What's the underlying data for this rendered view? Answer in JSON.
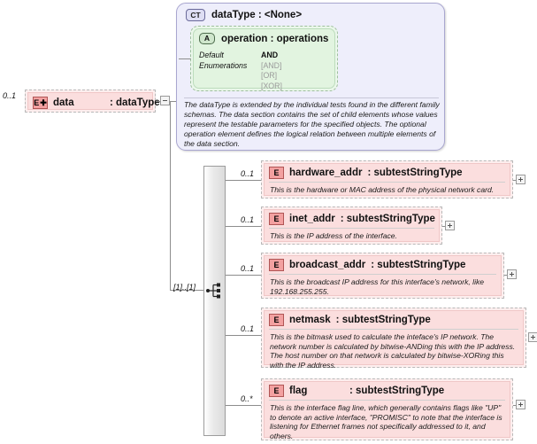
{
  "diagram": {
    "title": "data element of dataType",
    "root": {
      "name": "data",
      "type": ": dataType",
      "cardinality": "0..1",
      "badge": "E",
      "badge_modifier": "+",
      "collapse_control": "minus"
    },
    "complex_type": {
      "badge": "CT",
      "title": "dataType : <None>",
      "attribute": {
        "badge": "A",
        "title": "operation : operations",
        "rows": [
          {
            "label": "Default",
            "value": "AND",
            "style": "default"
          },
          {
            "label": "Enumerations",
            "value": "[AND]",
            "style": "enum"
          },
          {
            "label": "",
            "value": "[OR]",
            "style": "enum"
          },
          {
            "label": "",
            "value": "[XOR]",
            "style": "enum"
          }
        ]
      },
      "documentation": "The dataType is extended by the individual tests found in the different family schemas.  The data section contains the set of child elements whose values represent the testable parameters for the specified objects. The optional operation element defines the logical relation between multiple elements of the data section."
    },
    "sequence": {
      "cardinality": "[1]..[1]",
      "icon": "sequence-icon"
    },
    "children": [
      {
        "badge": "E",
        "name": "hardware_addr",
        "type": ": subtestStringType",
        "cardinality": "0..1",
        "documentation": "This is the hardware or MAC address of the physical network card.",
        "expand_control": "plus"
      },
      {
        "badge": "E",
        "name": "inet_addr",
        "type": ": subtestStringType",
        "cardinality": "0..1",
        "documentation": "This is the IP address of the interface.",
        "expand_control": "plus"
      },
      {
        "badge": "E",
        "name": "broadcast_addr",
        "type": ": subtestStringType",
        "cardinality": "0..1",
        "documentation": "This is the broadcast IP address for this interface's network, like 192.168.255.255.",
        "expand_control": "plus"
      },
      {
        "badge": "E",
        "name": "netmask",
        "type": ": subtestStringType",
        "cardinality": "0..1",
        "documentation": "This is the bitmask used to calculate the inteface's IP network.  The network number is calculated by bitwise-ANDing this with the IP address. The host number on that network is calculated by bitwise-XORing this with the IP address.",
        "expand_control": "plus"
      },
      {
        "badge": "E",
        "name": "flag",
        "type": ": subtestStringType",
        "cardinality": "0..*",
        "documentation": "This is the interface flag line, which generally contains flags like \"UP\" to denote an active interface, \"PROMISC\" to note that the interface is listening for Ethernet frames not specifically addressed to it, and others.",
        "expand_control": "plus"
      }
    ],
    "colors": {
      "element_fill": "#fbdede",
      "element_border": "#f0c7c7",
      "complextype_fill": "#eeeefb",
      "complextype_border": "#a9a6d0",
      "attribute_fill": "#e2f4e0",
      "attribute_border": "#bcdcbc",
      "badge_e_fill": "#f3a0a0",
      "line": "#8d8d8d"
    }
  }
}
